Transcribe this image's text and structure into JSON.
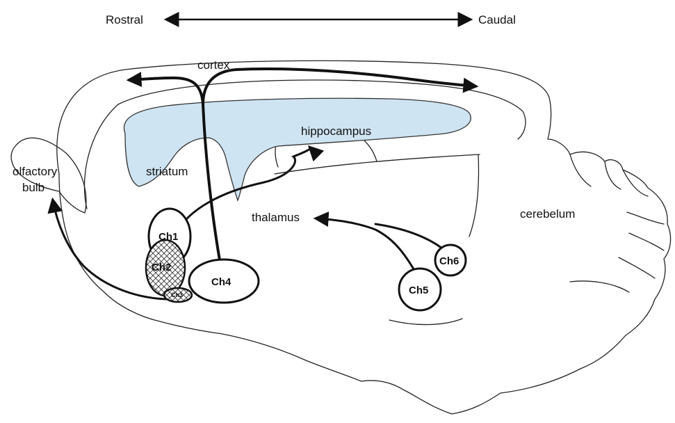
{
  "axis": {
    "rostral": "Rostral",
    "caudal": "Caudal"
  },
  "regions": {
    "cortex": "cortex",
    "hippocampus": "hippocampus",
    "olfactory_line1": "olfactory",
    "olfactory_line2": "bulb",
    "striatum": "striatum",
    "thalamus": "thalamus",
    "cerebellum": "cerebelum"
  },
  "nuclei": {
    "ch1": "Ch1",
    "ch2": "Ch2",
    "ch3": "Ch3",
    "ch4": "Ch4",
    "ch5": "Ch5",
    "ch6": "Ch6"
  },
  "colors": {
    "striatum_fill": "#cfe4f2",
    "line": "#111111"
  }
}
